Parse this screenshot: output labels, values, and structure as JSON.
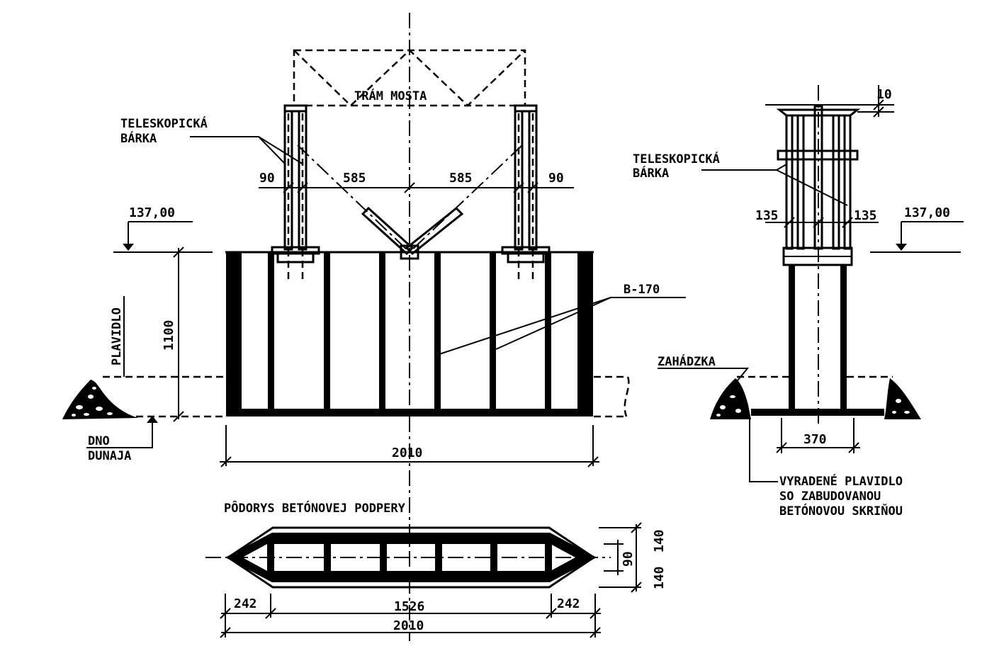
{
  "labels": {
    "tram_mosta": "TRÁM MOSTA",
    "teleskopicka_1": "TELESKOPICKÁ",
    "barka_1": "BÁRKA",
    "teleskopicka_2": "TELESKOPICKÁ",
    "barka_2": "BÁRKA",
    "b170": "B-170",
    "plavidlo": "PLAVIDLO",
    "dno": "DNO",
    "dunaja": "DUNAJA",
    "zahadzka": "ZAHÁDZKA",
    "podorys": "PÔDORYS BETÓNOVEJ PODPERY",
    "vyradene_1": "VYRADENÉ PLAVIDLO",
    "vyradene_2": "SO ZABUDOVANOU",
    "vyradene_3": "BETÓNOVOU SKRIŇOU"
  },
  "levels": {
    "left": "137,00",
    "right": "137,00"
  },
  "dimensions": {
    "d90_left": "90",
    "d585_left": "585",
    "d585_right": "585",
    "d90_right": "90",
    "d1100": "1100",
    "d2010_elev": "2010",
    "d10": "10",
    "d135_left": "135",
    "d135_right": "135",
    "d370": "370",
    "d140_top": "140",
    "d90_plan": "90",
    "d140_bot": "140",
    "d242_left": "242",
    "d1526": "1526",
    "d242_right": "242",
    "d2010_plan": "2010"
  }
}
